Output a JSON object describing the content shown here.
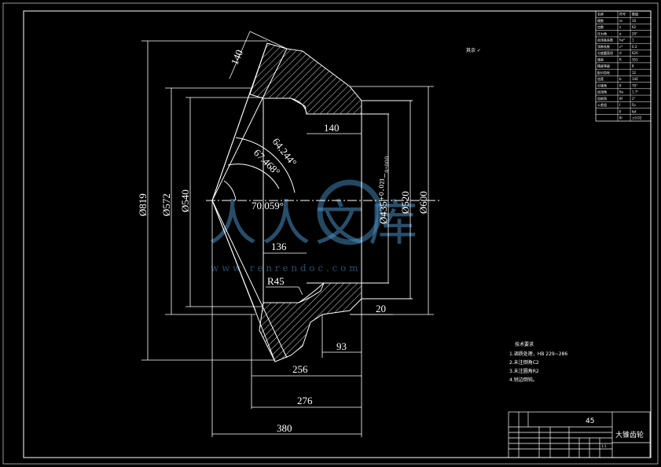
{
  "dimensions": {
    "d_top_left": "140",
    "d_inner_width": "140",
    "angle_a": "64.244°",
    "angle_b": "67.468°",
    "angle_c": "70.059°",
    "dia_819": "Ø819",
    "dia_572": "Ø572",
    "dia_540": "Ø540",
    "bore": "Ø435⁺⁰·⁰²¹₋₀.₀₀₀",
    "dia_520": "Ø520",
    "dia_600": "Ø600",
    "w_136": "136",
    "r_45": "R45",
    "w_20": "20",
    "w_93": "93",
    "w_256": "256",
    "w_276": "276",
    "w_380": "380"
  },
  "surface_note": "其余 ✓",
  "tech_requirements": {
    "title": "技术要求",
    "items": [
      "1.调质处理，HB 229~286",
      "2.未注倒角C2",
      "3.未注圆角R2",
      "4.锐边倒钝。"
    ]
  },
  "watermark": {
    "text": "人人文库",
    "url": "w w w . r e n r e n d o c . c o m"
  },
  "title_block": {
    "material": "45",
    "part_name": "大锥齿轮",
    "scale": "1:1"
  },
  "param_table": {
    "rows": [
      [
        "名称",
        "符号",
        "数值"
      ],
      [
        "模数",
        "m",
        "10"
      ],
      [
        "齿数",
        "z",
        "62"
      ],
      [
        "压力角",
        "α",
        "20°"
      ],
      [
        "齿顶高系数",
        "ha*",
        "1"
      ],
      [
        "顶隙系数",
        "c*",
        "0.2"
      ],
      [
        "分度圆直径",
        "d",
        "620"
      ],
      [
        "锥距",
        "R",
        "351"
      ],
      [
        "精度等级",
        "",
        "8"
      ],
      [
        "配对齿轮",
        "",
        "12"
      ],
      [
        "齿宽",
        "b",
        "140"
      ],
      [
        "分锥角",
        "δ",
        "70°"
      ],
      [
        "齿顶角",
        "θa",
        "1.7°"
      ],
      [
        "齿根角",
        "θf",
        "2°"
      ],
      [
        "公差组",
        "I",
        "Fp"
      ],
      [
        "",
        "II",
        "fpt"
      ],
      [
        "",
        "III",
        "±0.02"
      ]
    ]
  }
}
